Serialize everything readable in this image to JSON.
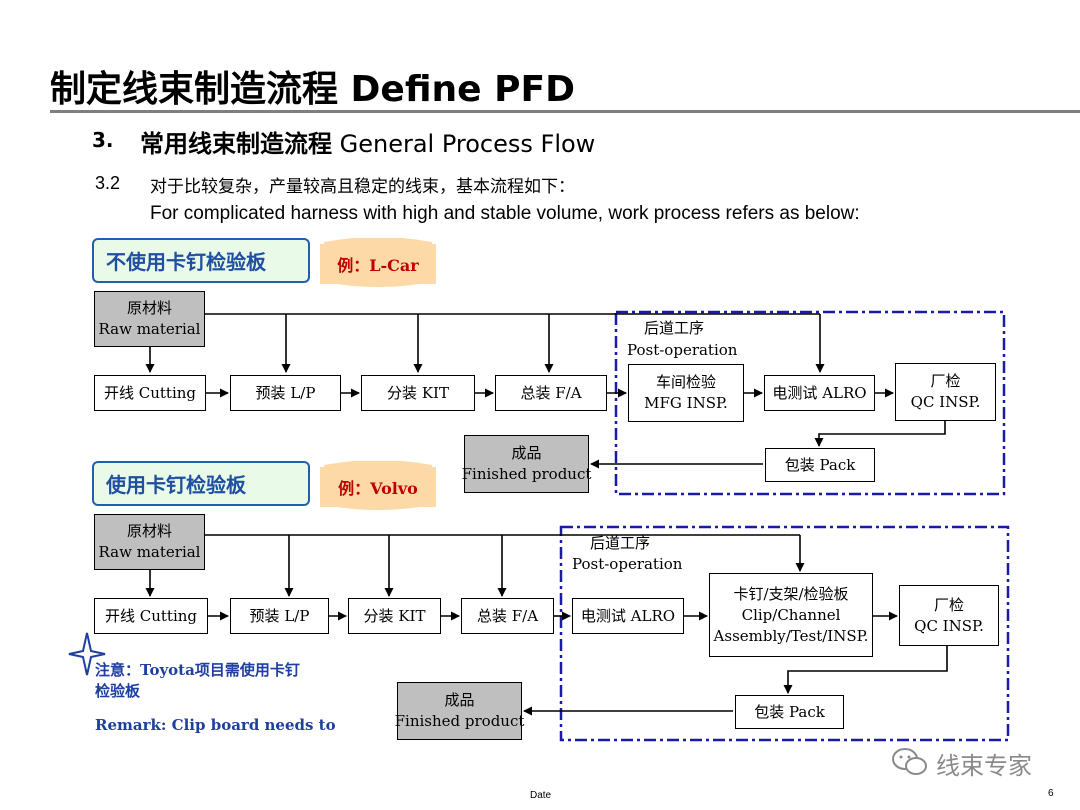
{
  "header": {
    "title": "制定线束制造流程 Define PFD",
    "section_number": "3.",
    "section_title_zh": "常用线束制造流程",
    "section_title_en": "General Process Flow",
    "subsection_number": "3.2",
    "subsection_zh": "对于比较复杂，产量较高且稳定的线束，基本流程如下：",
    "subsection_en": "For complicated harness with high and stable volume, work process refers as below:"
  },
  "flow1": {
    "tag": "不使用卡钉检验板",
    "example": "例：L-Car",
    "raw_zh": "原材料",
    "raw_en": "Raw material",
    "cutting": "开线 Cutting",
    "lp": "预装 L/P",
    "kit": "分装 KIT",
    "fa": "总装 F/A",
    "post_zh": "后道工序",
    "post_en": "Post-operation",
    "mfg_zh": "车间检验",
    "mfg_en": "MFG INSP.",
    "alro": "电测试 ALRO",
    "qc_zh": "厂检",
    "qc_en": "QC INSP.",
    "pack": "包装 Pack",
    "finished_zh": "成品",
    "finished_en": "Finished product"
  },
  "flow2": {
    "tag": "使用卡钉检验板",
    "example": "例：Volvo",
    "raw_zh": "原材料",
    "raw_en": "Raw material",
    "cutting": "开线 Cutting",
    "lp": "预装 L/P",
    "kit": "分装 KIT",
    "fa": "总装 F/A",
    "post_zh": "后道工序",
    "post_en": "Post-operation",
    "alro": "电测试 ALRO",
    "clip_zh": "卡钉/支架/检验板",
    "clip_en1": "Clip/Channel",
    "clip_en2": "Assembly/Test/INSP.",
    "qc_zh": "厂检",
    "qc_en": "QC INSP.",
    "pack": "包装 Pack",
    "finished_zh": "成品",
    "finished_en": "Finished product"
  },
  "notes": {
    "note_zh_line1": "注意：Toyota项目需使用卡钉",
    "note_zh_line2": "检验板",
    "remark_en": "Remark: Clip board needs to"
  },
  "footer": {
    "date_label": "Date",
    "page_number": "6"
  },
  "watermark": {
    "text": "线束专家",
    "icon": "wechat-icon"
  },
  "colors": {
    "tag_border": "#1f5fb0",
    "tag_fill": "#e9fae9",
    "example_fill": "#fdd9a8",
    "example_text": "#c00000",
    "dash_border": "#1a1aa8",
    "note_text": "#1f3fa0",
    "gray_box": "#bfbfbf"
  }
}
